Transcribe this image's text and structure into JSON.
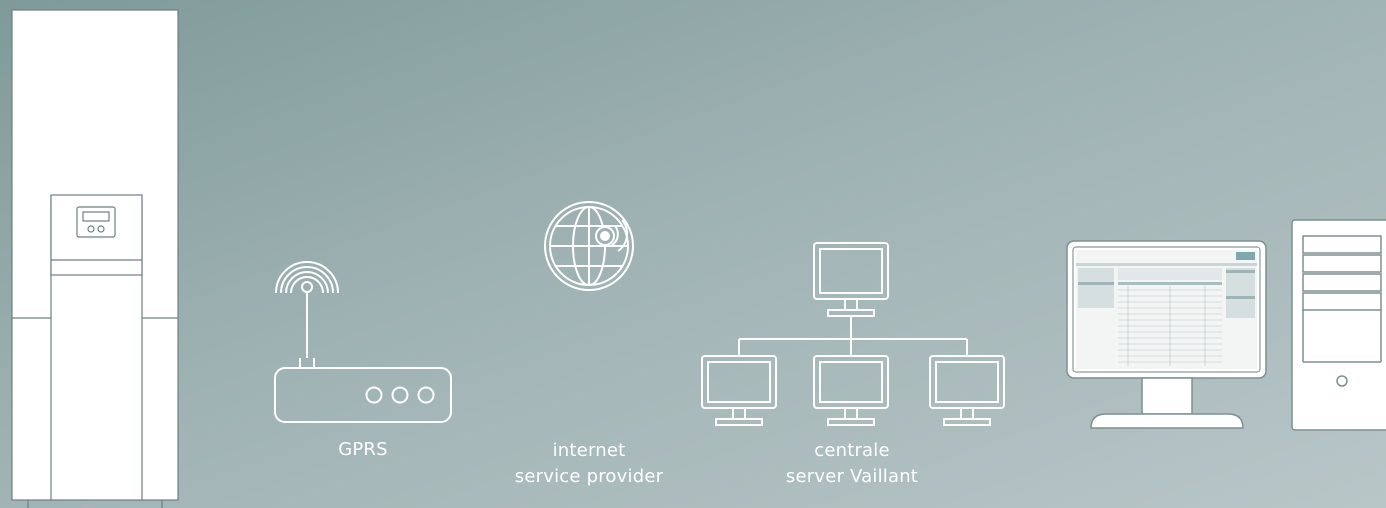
{
  "labels": {
    "gprs": "GPRS",
    "isp_line1": "internet",
    "isp_line2": "service provider",
    "server_line1": "centrale",
    "server_line2": "server Vaillant"
  },
  "icons": {
    "boiler": "heat-pump-unit-icon",
    "router": "gprs-modem-icon",
    "globe": "internet-globe-icon",
    "network": "server-network-icon",
    "monitor": "monitor-icon",
    "tower": "computer-tower-icon"
  },
  "colors": {
    "line": "#ffffff",
    "device_fill": "#ffffff",
    "device_stroke": "#7f8f90"
  }
}
